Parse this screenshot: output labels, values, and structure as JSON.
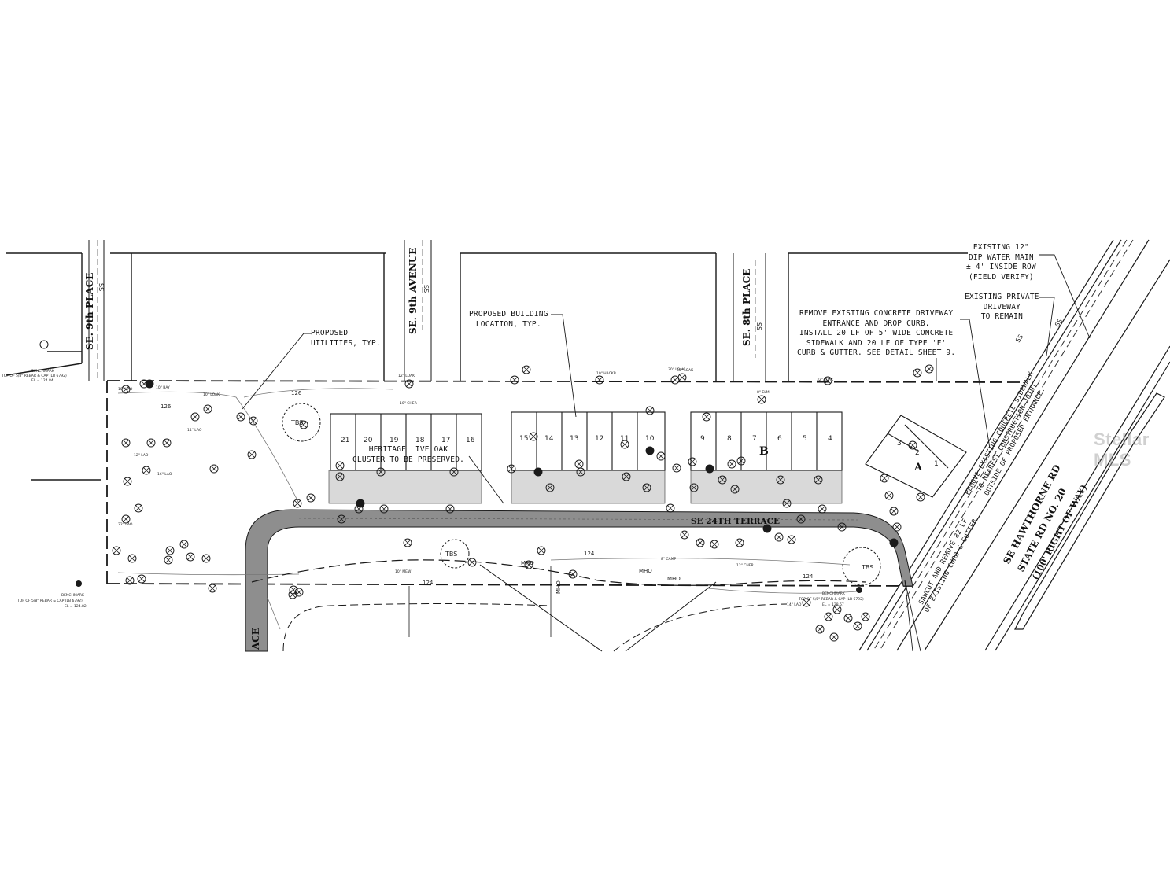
{
  "streets": {
    "se_9th_place": "SE. 9th PLACE",
    "se_9th_avenue": "SE. 9th AVENUE",
    "se_8th_place": "SE. 8th PLACE",
    "se_24th_terrace": "SE 24TH TERRACE",
    "place_partial": "ACE",
    "hawthorne_1": "SE HAWTHORNE RD",
    "hawthorne_2": "STATE RD NO. 20",
    "hawthorne_3": "(100' RIGHT OF WAY)"
  },
  "notes": {
    "proposed_utilities": "PROPOSED\nUTILITIES, TYP.",
    "proposed_building": "PROPOSED BUILDING\nLOCATION, TYP.",
    "heritage_oak": "HERITAGE LIVE OAK\nCLUSTER TO BE PRESERVED.",
    "existing_water_main": "EXISTING 12\"\nDIP WATER MAIN\n± 4' INSIDE ROW\n(FIELD VERIFY)",
    "existing_private_driveway": "EXISTING PRIVATE\nDRIVEWAY\nTO REMAIN",
    "remove_driveway": "REMOVE EXISTING CONCRETE DRIVEWAY\nENTRANCE AND DROP CURB.\nINSTALL 20 LF OF 5' WIDE CONCRETE\nSIDEWALK AND 20 LF OF TYPE 'F'\nCURB & GUTTER. SEE DETAIL SHEET 9.",
    "remove_sidewalk": "REMOVE EXISTING CONCRETE SIDEWALK\nTO NEAREST CONSTRUCTION JOINT\nOUTSIDE OF PROPOSED ENTRANCE.",
    "sawcut": "SAWCUT AND REMOVE 82 LF\nOF EXISTING CURB & GUTTER"
  },
  "benchmarks": [
    {
      "title": "BENCHMARK",
      "line1": "TOP OF 5/8\" REBAR & CAP (LB 6792)",
      "line2": "EL = 124.84"
    },
    {
      "title": "BENCHMARK",
      "line1": "TOP OF 5/8\" REBAR & CAP (LB 6792)",
      "line2": "EL = 124.82"
    },
    {
      "title": "BENCHMARK",
      "line1": "TOP OF 5/8\" REBAR & CAP (LB 6792)",
      "line2": "EL = 128.67"
    }
  ],
  "buildings": {
    "west_units": [
      "21",
      "20",
      "19",
      "18",
      "17",
      "16"
    ],
    "middle_units": [
      "15",
      "14",
      "13",
      "12",
      "11",
      "10"
    ],
    "east_units": [
      "9",
      "8",
      "7",
      "6",
      "5",
      "4"
    ],
    "east_building_label": "B",
    "corner_units": [
      "3",
      "2",
      "1"
    ],
    "corner_building_label": "A"
  },
  "markers": {
    "tbs": "TBS",
    "mho": "MHO",
    "ss": "SS",
    "contours": [
      "126",
      "126",
      "124",
      "124",
      "124"
    ]
  },
  "tree_tags": [
    "10\" LAO",
    "12\" LAO",
    "14\" LAO",
    "16\" LAO",
    "22\" LAO",
    "10\" LOAK",
    "12\" LOAK",
    "30\" LOAK",
    "10\" HACKB",
    "10\" CHER",
    "8\" ELM",
    "10\" MEW",
    "12\" CHER",
    "32\" LOAK",
    "8\" CAMP",
    "10\" BAY",
    "30\" LOAK",
    "14\" LAO"
  ],
  "watermark": "Stellar MLS",
  "colors": {
    "ink": "#1a1a1a",
    "road_fill": "#8e8e8e",
    "pad_fill": "#d9d9d9"
  }
}
